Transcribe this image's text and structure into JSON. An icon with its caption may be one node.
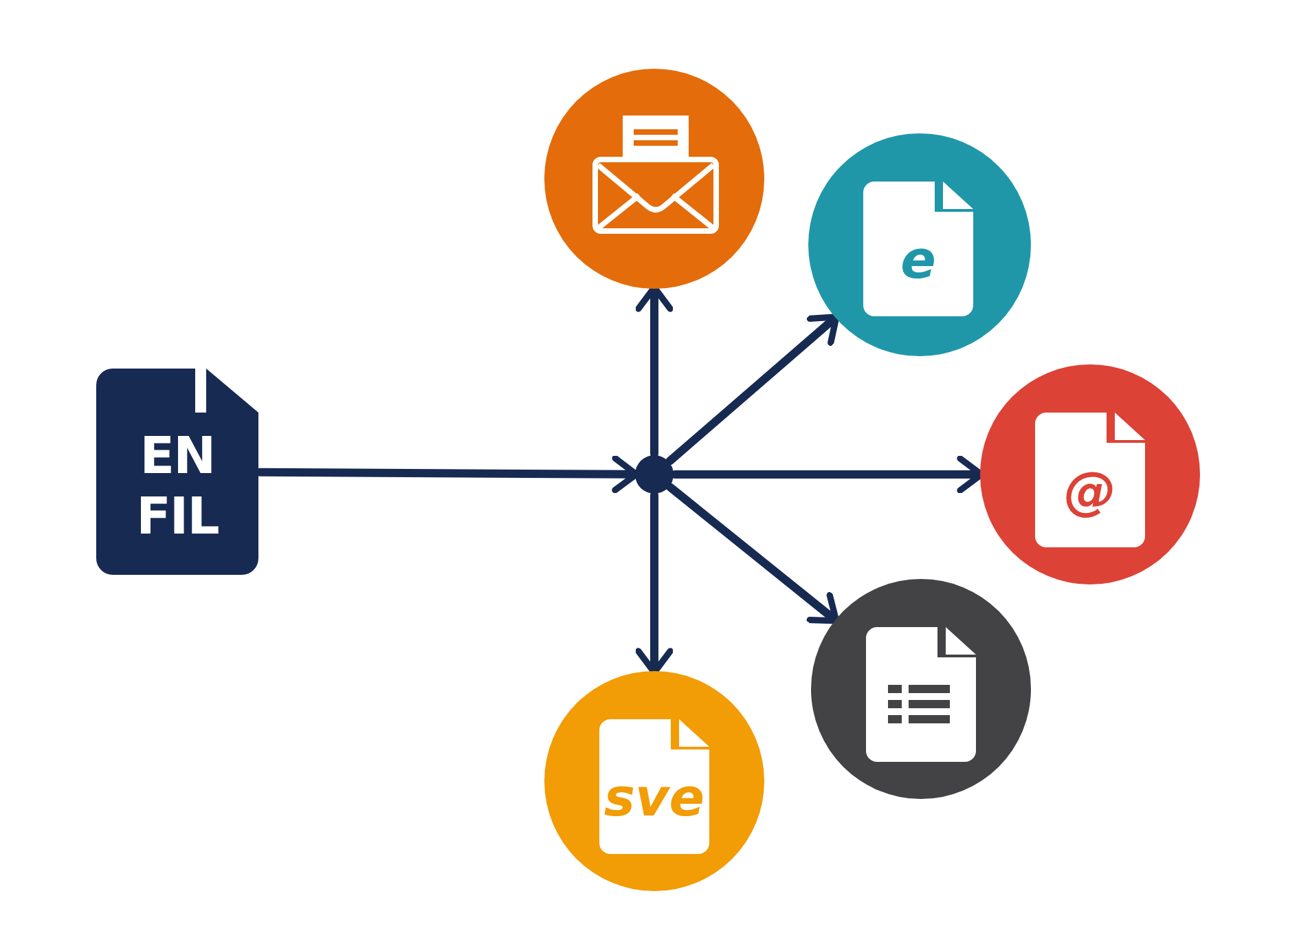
{
  "diagram": {
    "nodes": [
      {
        "text": [
          "EN FIL"
        ]
      },
      {
        "text": [],
        "shape": "circle"
      },
      {
        "text": [],
        "shape": "circle"
      },
      {
        "text": [
          "e"
        ]
      },
      {
        "text": [
          "@"
        ]
      },
      {
        "text": [],
        "shape": "circle"
      },
      {
        "text": [
          "sve"
        ]
      }
    ],
    "edges": [
      {
        "from": 0,
        "to": 1,
        "arrow": "to"
      },
      {
        "from": 1,
        "to": 2,
        "arrow": "to"
      },
      {
        "from": 1,
        "to": 3,
        "arrow": "to"
      },
      {
        "from": 1,
        "to": 4,
        "arrow": "to"
      },
      {
        "from": 1,
        "to": 5,
        "arrow": "to"
      },
      {
        "from": 1,
        "to": 6,
        "arrow": "to"
      }
    ]
  }
}
